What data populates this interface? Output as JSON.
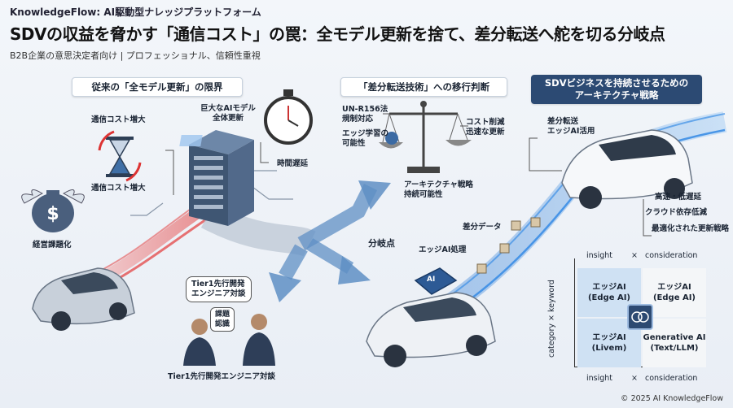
{
  "brand": "KnowledgeFlow: AI駆動型ナレッジプラットフォーム",
  "title": "SDVの収益を脅かす「通信コスト」の罠：全モデル更新を捨て、差分転送へ舵を切る分岐点",
  "subtitle": "B2B企業の意思決定者向け | プロフェッショナル、信頼性重視",
  "left": {
    "section_title": "従来の「全モデル更新」の限界",
    "cost_up_1": "通信コスト増大",
    "cost_up_2": "通信コスト増大",
    "server_label": "巨大なAIモデル\n全体更新",
    "delay": "時間遅延",
    "management": "経営課題化",
    "bubble_title": "Tier1先行開発\nエンジニア対談",
    "bubble_issue": "課題\n認識",
    "engineers_caption": "Tier1先行開発エンジニア対談"
  },
  "middle": {
    "section_title": "「差分転送技術」への移行判断",
    "un_r156": "UN-R156法\n規制対応",
    "edge_learning": "エッジ学習の\n可能性",
    "cost_cut": "コスト削減\n迅速な更新",
    "arch_strategy": "アーキテクチャ戦略\n持続可能性",
    "branch": "分岐点",
    "diff_data": "差分データ",
    "edge_ai_proc": "エッジAI処理",
    "chip_label": "AI"
  },
  "right": {
    "section_title": "SDVビジネスを持続させるための\nアーキテクチャ戦略",
    "diff_transfer": "差分転送\nエッジAI活用",
    "fast_low_latency": "高速・低遅延",
    "cloud_less": "クラウド依存低減",
    "optimized_update": "最適化された更新戦略"
  },
  "matrix": {
    "top_axis": "insight",
    "top_x": "×",
    "top_axis2": "consideration",
    "bottom_axis": "insight",
    "bottom_x": "×",
    "bottom_axis2": "consideration",
    "y_axis": "category × keyword",
    "cells": [
      "エッジAI\n(Edge AI)",
      "エッジAI\n(Edge AI)",
      "エッジAI\n(Livem)",
      "Generative AI\n(Text/LLM)"
    ]
  },
  "footer": "© 2025 AI KnowledgeFlow"
}
